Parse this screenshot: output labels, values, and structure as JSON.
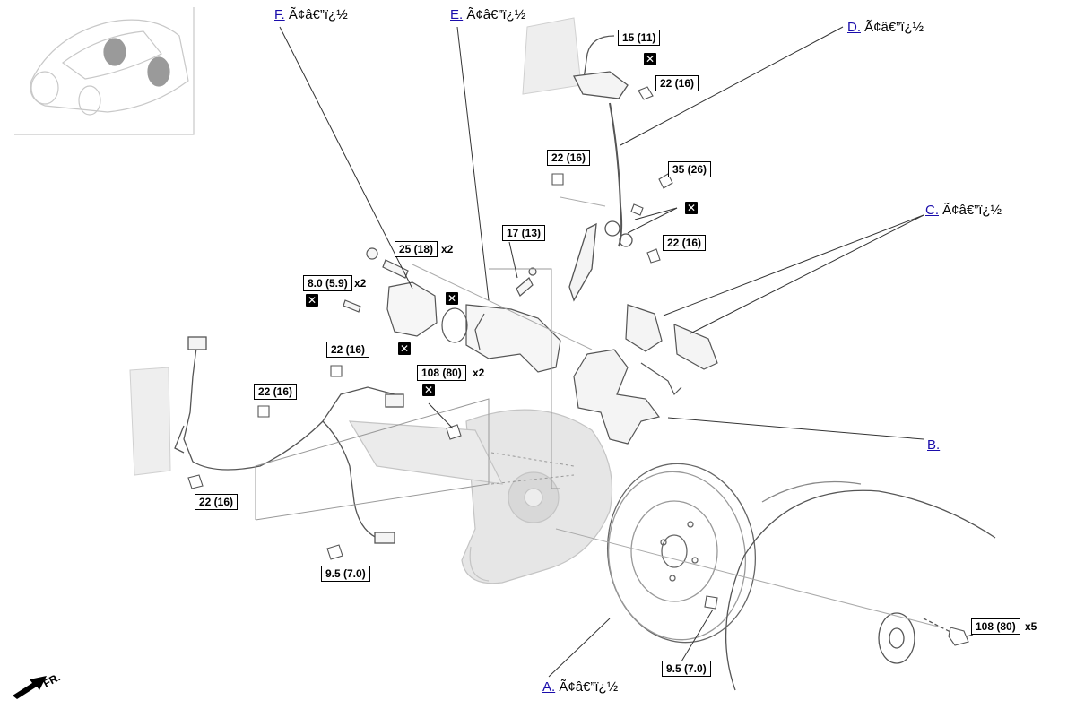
{
  "callouts": {
    "a": {
      "link": "A.",
      "text": "Ã¢â€”ï¿½"
    },
    "b": {
      "link": "B.",
      "text": ""
    },
    "c": {
      "link": "C.",
      "text": "Ã¢â€”ï¿½"
    },
    "d": {
      "link": "D.",
      "text": "Ã¢â€”ï¿½"
    },
    "e": {
      "link": "E.",
      "text": "Ã¢â€”ï¿½"
    },
    "f": {
      "link": "F.",
      "text": "Ã¢â€”ï¿½"
    }
  },
  "torques": {
    "t1": "15 (11)",
    "t2": "22 (16)",
    "t3": "22 (16)",
    "t4": "35 (26)",
    "t5": "22 (16)",
    "t6": "17 (13)",
    "t7": "25 (18)",
    "t8": "8.0 (5.9)",
    "t9": "22 (16)",
    "t10": "22 (16)",
    "t11": "108 (80)",
    "t12": "22 (16)",
    "t13": "9.5 (7.0)",
    "t14": "9.5 (7.0)",
    "t15": "108 (80)"
  },
  "multipliers": {
    "m7": "x2",
    "m8": "x2",
    "m11": "x2",
    "m15": "x5"
  },
  "replace_mark": "✕",
  "front_label": "FR."
}
